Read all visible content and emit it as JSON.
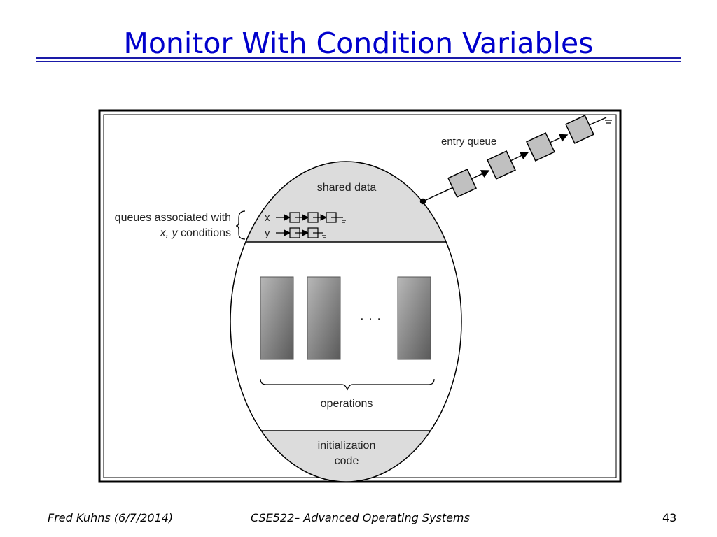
{
  "slide": {
    "title": "Monitor With Condition Variables"
  },
  "diagram": {
    "entry_queue_label": "entry queue",
    "shared_data_label": "shared data",
    "queues_label_line1": "queues associated with",
    "queues_label_line2_italic": "x, y",
    "queues_label_line2_rest": " conditions",
    "cond_x": "x",
    "cond_y": "y",
    "ellipsis": "· · ·",
    "operations_label": "operations",
    "init_line1": "initialization",
    "init_line2": "code"
  },
  "footer": {
    "author": "Fred Kuhns (6/7/2014)",
    "course": "CSE522– Advanced Operating Systems",
    "page": "43"
  }
}
